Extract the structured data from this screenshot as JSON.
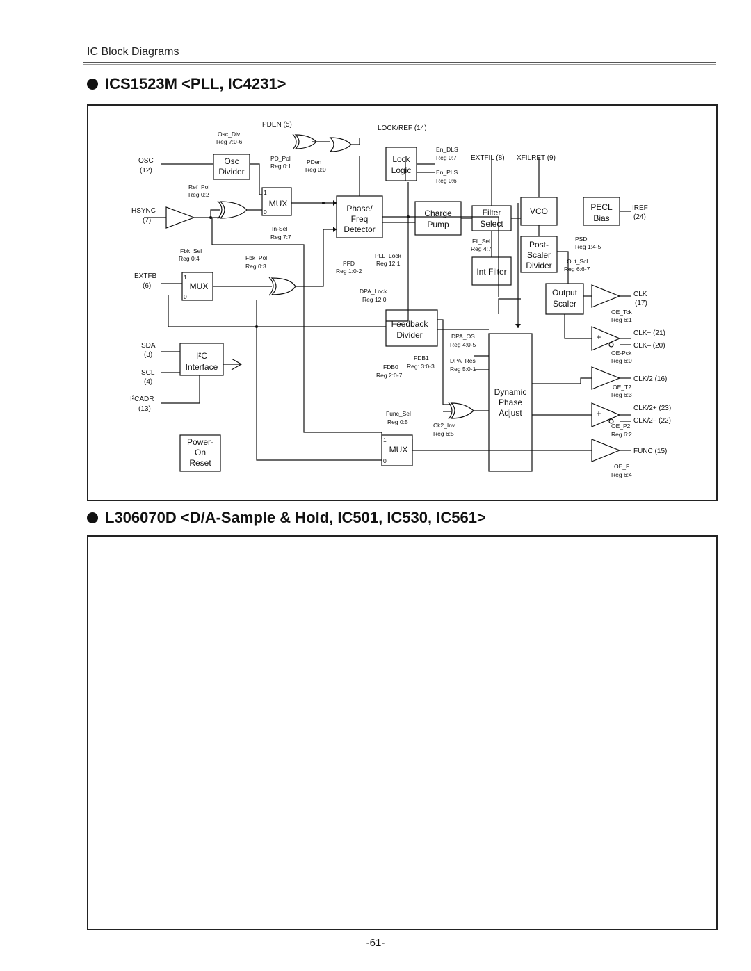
{
  "header": {
    "section_label": "IC Block Diagrams"
  },
  "titles": {
    "first": "ICS1523M <PLL, IC4231>",
    "second": "L306070D <D/A-Sample & Hold, IC501, IC530, IC561>"
  },
  "page_number": "-61-",
  "diagram": {
    "pins": {
      "pden": "PDEN (5)",
      "lock_ref": "LOCK/REF (14)",
      "extfil": "EXTFIL (8)",
      "xfilret": "XFILRET (9)",
      "osc": "OSC",
      "osc_num": "(12)",
      "hsync": "HSYNC",
      "hsync_num": "(7)",
      "extfb": "EXTFB",
      "extfb_num": "(6)",
      "sda": "SDA",
      "sda_num": "(3)",
      "scl": "SCL",
      "scl_num": "(4)",
      "i2cadr": "I²CADR",
      "i2cadr_num": "(13)",
      "iref": "IREF",
      "iref_num": "(24)",
      "clk": "CLK",
      "clk_num": "(17)",
      "clkp": "CLK+ (21)",
      "clkn": "CLK– (20)",
      "clk2": "CLK/2 (16)",
      "clk2p": "CLK/2+ (23)",
      "clk2n": "CLK/2– (22)",
      "func": "FUNC (15)"
    },
    "blocks": {
      "osc_div": [
        "Osc",
        "Divider"
      ],
      "mux": "MUX",
      "phase": [
        "Phase/",
        "Freq",
        "Detector"
      ],
      "charge": [
        "Charge",
        "Pump"
      ],
      "filter": [
        "Filter",
        "Select"
      ],
      "vco": "VCO",
      "pecl": [
        "PECL",
        "Bias"
      ],
      "lock": [
        "Lock",
        "Logic"
      ],
      "post": [
        "Post-",
        "Scaler",
        "Divider"
      ],
      "int_filter": "Int Filter",
      "output": [
        "Output",
        "Scaler"
      ],
      "feedback": [
        "Feedback",
        "Divider"
      ],
      "dpa": [
        "Dynamic",
        "Phase",
        "Adjust"
      ],
      "i2c": [
        "I²C",
        "Interface"
      ],
      "por": [
        "Power-",
        "On",
        "Reset"
      ],
      "mux_in1": "1",
      "mux_in0": "0",
      "plus": "+"
    },
    "regs": {
      "osc_div": [
        "Osc_Div",
        "Reg 7:0-6"
      ],
      "pd_pol": [
        "PD_Pol",
        "Reg 0:1"
      ],
      "pden": [
        "PDen",
        "Reg 0:0"
      ],
      "en_dls": [
        "En_DLS",
        "Reg 0:7"
      ],
      "en_pls": [
        "En_PLS",
        "Reg 0:6"
      ],
      "ref_pol": [
        "Ref_Pol",
        "Reg 0:2"
      ],
      "in_sel": [
        "In-Sel",
        "Reg 7:7"
      ],
      "pfd": [
        "PFD",
        "Reg 1:0-2"
      ],
      "pll_lock": [
        "PLL_Lock",
        "Reg 12:1"
      ],
      "fil_sel": [
        "Fil_Sel",
        "Reg 4:7"
      ],
      "psd": [
        "PSD",
        "Reg 1:4-5"
      ],
      "out_scl": [
        "Out_Scl",
        "Reg 6:6-7"
      ],
      "fbk_sel": [
        "Fbk_Sel",
        "Reg 0:4"
      ],
      "fbk_pol": [
        "Fbk_Pol",
        "Reg 0:3"
      ],
      "dpa_lock": [
        "DPA_Lock",
        "Reg 12:0"
      ],
      "oe_tck": [
        "OE_Tck",
        "Reg 6:1"
      ],
      "dpa_os": [
        "DPA_OS",
        "Reg 4:0-5"
      ],
      "oe_pck": [
        "OE-Pck",
        "Reg 6:0"
      ],
      "fdb1": [
        "FDB1",
        "Reg: 3:0-3"
      ],
      "fdb0": [
        "FDB0",
        "Reg 2:0-7"
      ],
      "dpa_res": [
        "DPA_Res",
        "Reg 5:0-1"
      ],
      "oe_t2": [
        "OE_T2",
        "Reg 6:3"
      ],
      "func_sel": [
        "Func_Sel",
        "Reg 0:5"
      ],
      "ck2_inv": [
        "Ck2_Inv",
        "Reg 6:5"
      ],
      "oe_p2": [
        "OE_P2",
        "Reg 6:2"
      ],
      "oe_f": [
        "OE_F",
        "Reg 6:4"
      ]
    }
  }
}
